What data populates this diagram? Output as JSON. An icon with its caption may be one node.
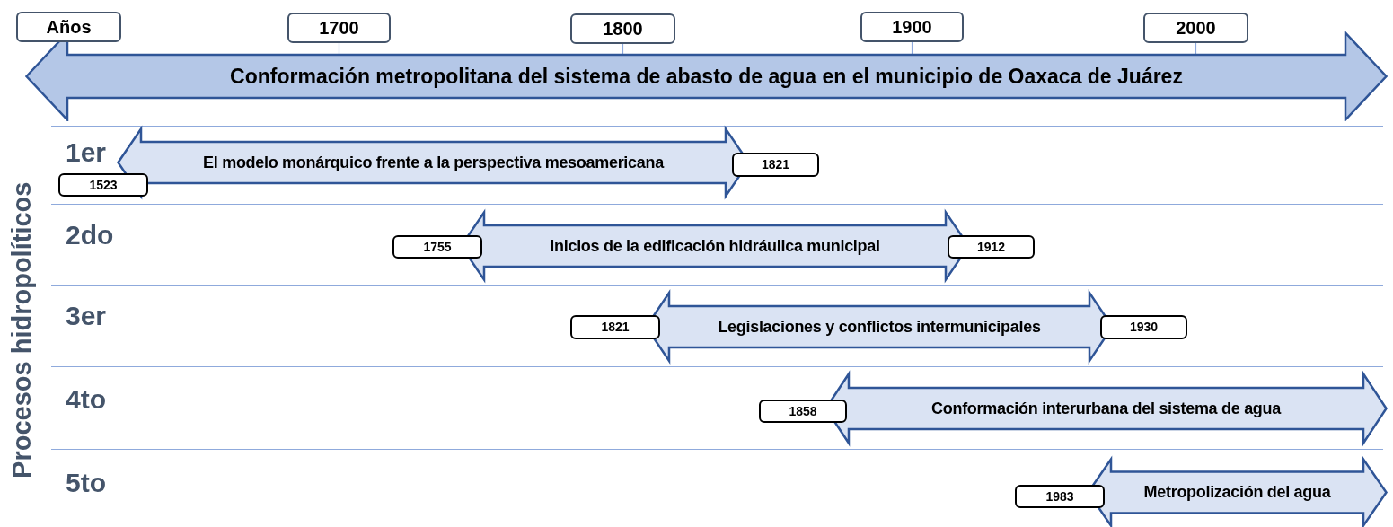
{
  "diagram": {
    "nodes": [
      {
        "text": [
          "Años"
        ]
      },
      {
        "text": [
          "1700"
        ]
      },
      {
        "text": [
          "1800"
        ]
      },
      {
        "text": [
          "1900"
        ]
      },
      {
        "text": [
          "2000"
        ]
      },
      {
        "text": [
          "Conformación metropolitana del sistema de abasto de agua en el municipio de Oaxaca de Juárez"
        ]
      },
      {
        "text": [
          "1523"
        ]
      },
      {
        "text": [
          "1821"
        ]
      },
      {
        "text": [
          "1755"
        ]
      },
      {
        "text": [
          "1912"
        ]
      },
      {
        "text": [
          "1821"
        ]
      },
      {
        "text": [
          "1930"
        ]
      },
      {
        "text": [
          "1858"
        ]
      },
      {
        "text": [
          "1983"
        ]
      }
    ],
    "edges": [
      {
        "from": 1,
        "to": 5,
        "arrow": "none"
      },
      {
        "from": 2,
        "to": 5,
        "arrow": "none"
      },
      {
        "from": 3,
        "to": 5,
        "arrow": "none"
      },
      {
        "from": 4,
        "to": 5,
        "arrow": "none"
      },
      {
        "from": 6,
        "to": 7,
        "arrow": "both",
        "label": "El modelo monárquico frente a la perspectiva mesoamericana",
        "style": "thick"
      },
      {
        "from": 8,
        "to": 9,
        "arrow": "both",
        "label": "Inicios de la edificación hidráulica municipal",
        "style": "thick"
      },
      {
        "from": 10,
        "to": 11,
        "arrow": "both",
        "label": "Legislaciones y conflictos intermunicipales",
        "style": "thick"
      },
      {
        "from": 12,
        "to": null,
        "arrow": "both",
        "label": "Conformación interurbana del sistema de agua",
        "style": "thick"
      },
      {
        "from": 13,
        "to": null,
        "arrow": "both",
        "label": "Metropolización del agua",
        "style": "thick"
      }
    ],
    "labels": [
      "Procesos hidropolíticos",
      "1er",
      "2do",
      "3er",
      "4to",
      "5to"
    ]
  }
}
